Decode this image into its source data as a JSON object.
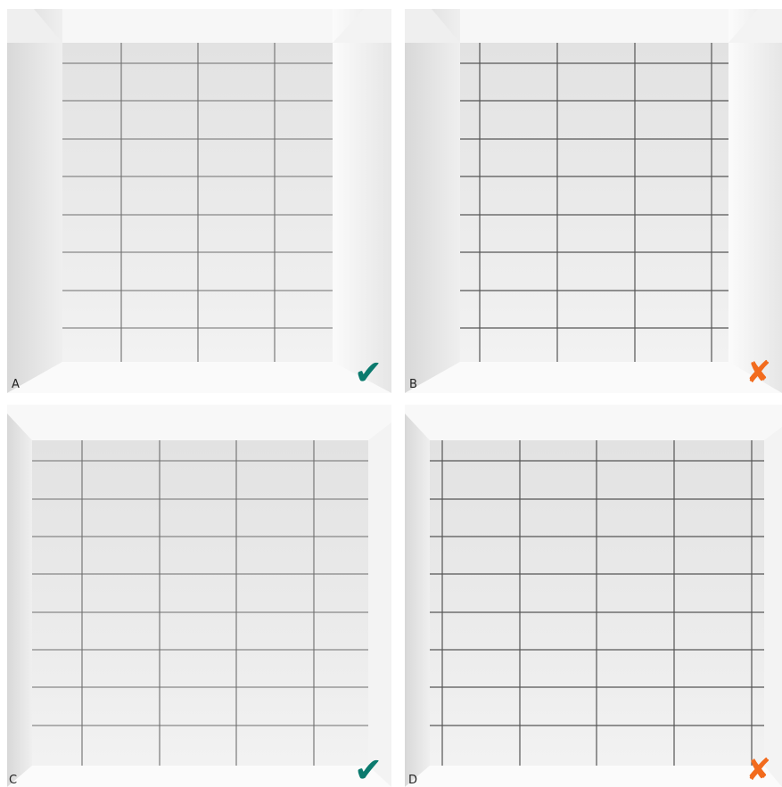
{
  "panels": [
    {
      "id": "A",
      "label": "A",
      "status": "correct"
    },
    {
      "id": "B",
      "label": "B",
      "status": "incorrect"
    },
    {
      "id": "C",
      "label": "C",
      "status": "correct"
    },
    {
      "id": "D",
      "label": "D",
      "status": "incorrect"
    }
  ],
  "icons": {
    "correct": "check-mark-icon",
    "incorrect": "cross-mark-icon"
  },
  "colors": {
    "correct": "#0b7a6e",
    "incorrect": "#f26b1d"
  }
}
